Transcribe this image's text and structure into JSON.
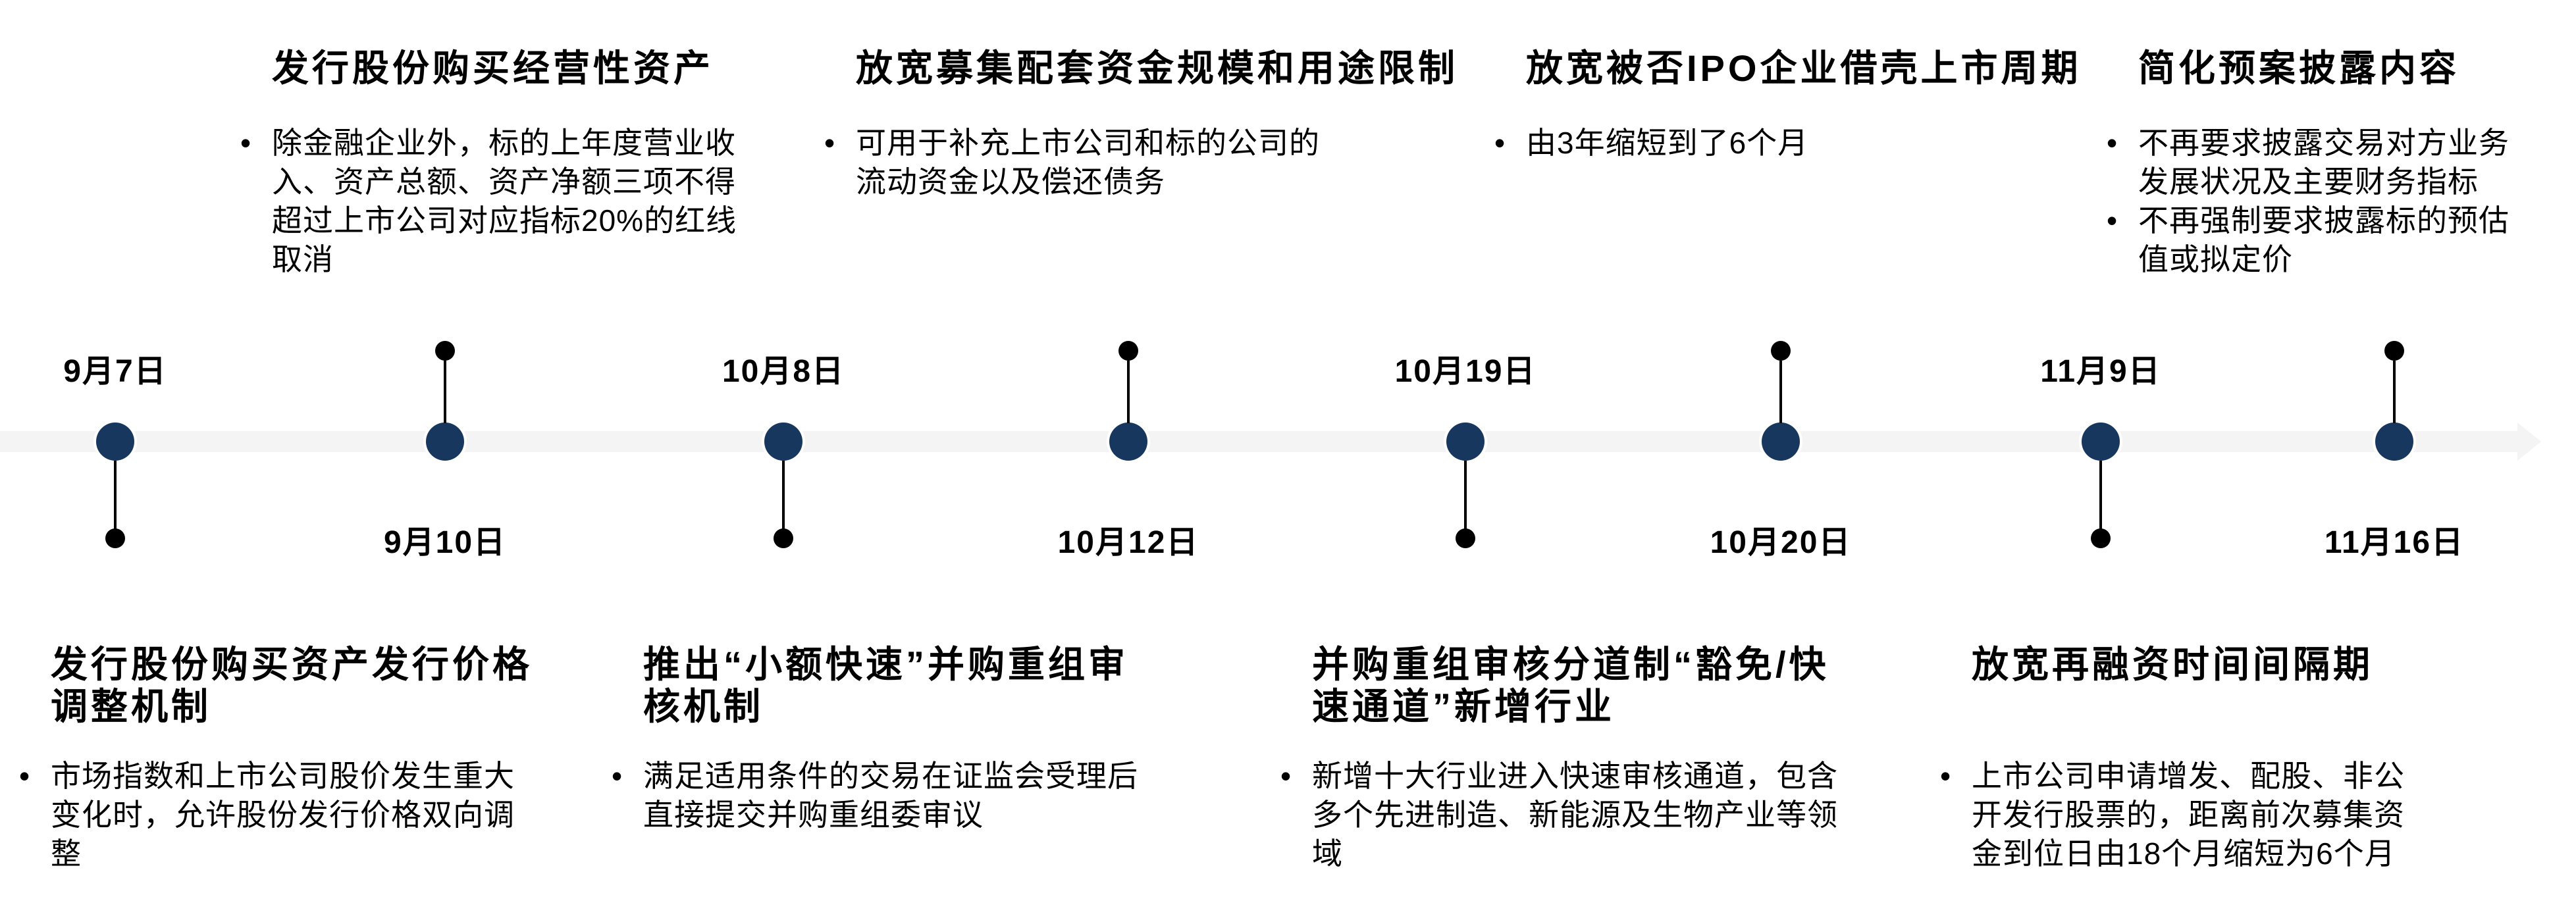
{
  "timeline": {
    "events": [
      {
        "date": "9月7日",
        "label_position": "above"
      },
      {
        "date": "9月10日",
        "label_position": "below"
      },
      {
        "date": "10月8日",
        "label_position": "above"
      },
      {
        "date": "10月12日",
        "label_position": "below"
      },
      {
        "date": "10月19日",
        "label_position": "above"
      },
      {
        "date": "10月20日",
        "label_position": "below"
      },
      {
        "date": "11月9日",
        "label_position": "above"
      },
      {
        "date": "11月16日",
        "label_position": "below"
      }
    ]
  },
  "top_blocks": [
    {
      "title": "发行股份购买经营性资产",
      "bullets": [
        "除金融企业外，标的上年度营业收入、资产总额、资产净额三项不得超过上市公司对应指标20%的红线取消"
      ]
    },
    {
      "title": "放宽募集配套资金规模和用途限制",
      "bullets": [
        "可用于补充上市公司和标的公司的流动资金以及偿还债务"
      ]
    },
    {
      "title": "放宽被否IPO企业借壳上市周期",
      "bullets": [
        "由3年缩短到了6个月"
      ]
    },
    {
      "title": "简化预案披露内容",
      "bullets": [
        "不再要求披露交易对方业务发展状况及主要财务指标",
        "不再强制要求披露标的预估值或拟定价"
      ]
    }
  ],
  "bottom_blocks": [
    {
      "title": "发行股份购买资产发行价格调整机制",
      "bullets": [
        "市场指数和上市公司股价发生重大变化时，允许股份发行价格双向调整"
      ]
    },
    {
      "title": "推出“小额快速”并购重组审核机制",
      "bullets": [
        "满足适用条件的交易在证监会受理后直接提交并购重组委审议"
      ]
    },
    {
      "title": "并购重组审核分道制“豁免/快速通道”新增行业",
      "bullets": [
        "新增十大行业进入快速审核通道，包含多个先进制造、新能源及生物产业等领域"
      ]
    },
    {
      "title": "放宽再融资时间间隔期",
      "bullets": [
        "上市公司申请增发、配股、非公开发行股票的，距离前次募集资金到位日由18个月缩短为6个月"
      ]
    }
  ],
  "colors": {
    "marker": "#17375E",
    "band": "#F4F4F4",
    "stem": "#000000",
    "text": "#000000"
  }
}
